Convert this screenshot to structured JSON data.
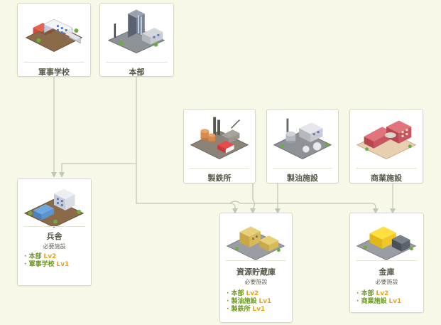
{
  "buildings": {
    "military_school": {
      "name": "軍事学校"
    },
    "headquarters": {
      "name": "本部"
    },
    "steelworks": {
      "name": "製鉄所"
    },
    "refinery": {
      "name": "製油施設"
    },
    "commercial": {
      "name": "商業施設"
    },
    "barracks": {
      "name": "兵舎",
      "req_header": "必要施設",
      "requirements": [
        {
          "name": "本部",
          "level": "Lv2"
        },
        {
          "name": "軍事学校",
          "level": "Lv1"
        }
      ]
    },
    "storage": {
      "name": "資源貯蔵庫",
      "req_header": "必要施設",
      "requirements": [
        {
          "name": "本部",
          "level": "Lv2"
        },
        {
          "name": "製油施設",
          "level": "Lv1"
        },
        {
          "name": "製鉄所",
          "level": "Lv1"
        }
      ]
    },
    "vault": {
      "name": "金庫",
      "req_header": "必要施設",
      "requirements": [
        {
          "name": "本部",
          "level": "Lv2"
        },
        {
          "name": "商業施設",
          "level": "Lv1"
        }
      ]
    }
  },
  "colors": {
    "background": "#f8f8e8",
    "card_border": "#d6d8c4",
    "connector": "#c4c6b4",
    "name_text": "#555a48",
    "requirement_name": "#6c9a1e",
    "requirement_level": "#e8a21c"
  }
}
